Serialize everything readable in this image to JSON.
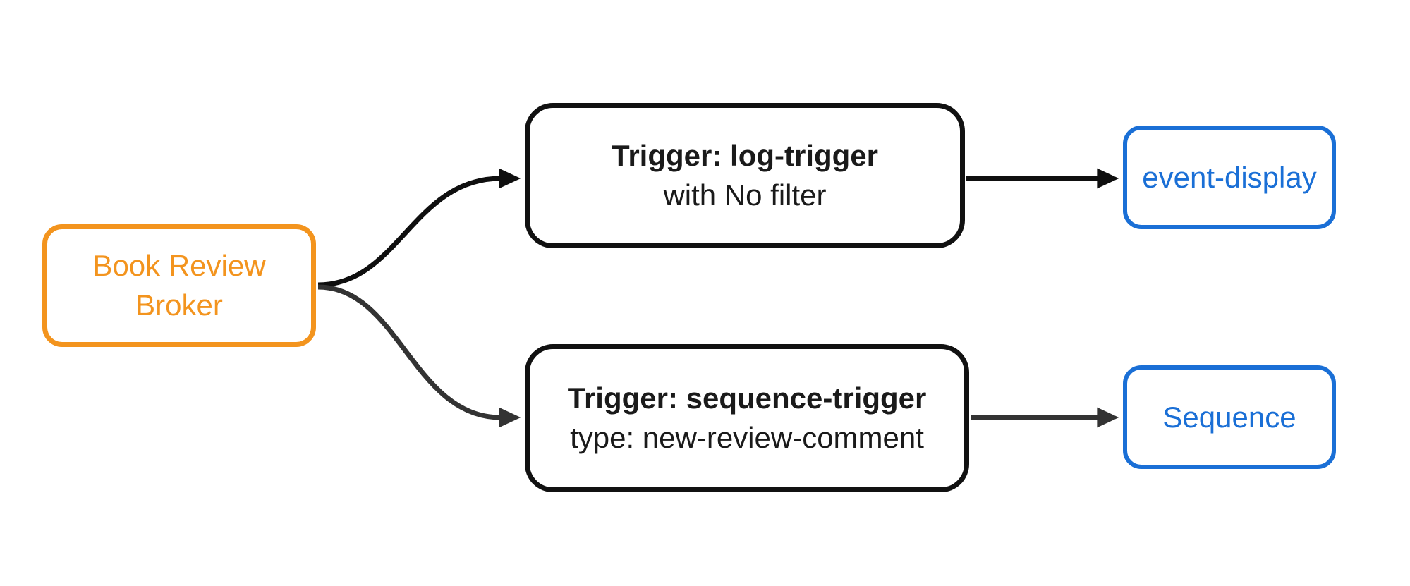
{
  "diagram": {
    "type": "flowchart-left-to-right",
    "nodes": {
      "broker": {
        "lines": [
          "Book Review",
          "Broker"
        ]
      },
      "trigger_log": {
        "title": "Trigger: log-trigger",
        "subtitle": "with No filter"
      },
      "trigger_sequence": {
        "title": "Trigger: sequence-trigger",
        "subtitle": "type: new-review-comment"
      },
      "event_display": {
        "label": "event-display"
      },
      "sequence": {
        "label": "Sequence"
      }
    },
    "edges": [
      {
        "from": "Book Review Broker",
        "to": "Trigger: log-trigger"
      },
      {
        "from": "Book Review Broker",
        "to": "Trigger: sequence-trigger"
      },
      {
        "from": "Trigger: log-trigger",
        "to": "event-display"
      },
      {
        "from": "Trigger: sequence-trigger",
        "to": "Sequence"
      }
    ],
    "colors": {
      "broker-accent": "#F3941E",
      "endpoint-accent": "#1A6FD6",
      "node-border": "#111111",
      "node-text": "#1A1A1A",
      "edge-dark": "#0F0F0F",
      "edge-gray": "#333333",
      "background": "#FFFFFF"
    }
  }
}
